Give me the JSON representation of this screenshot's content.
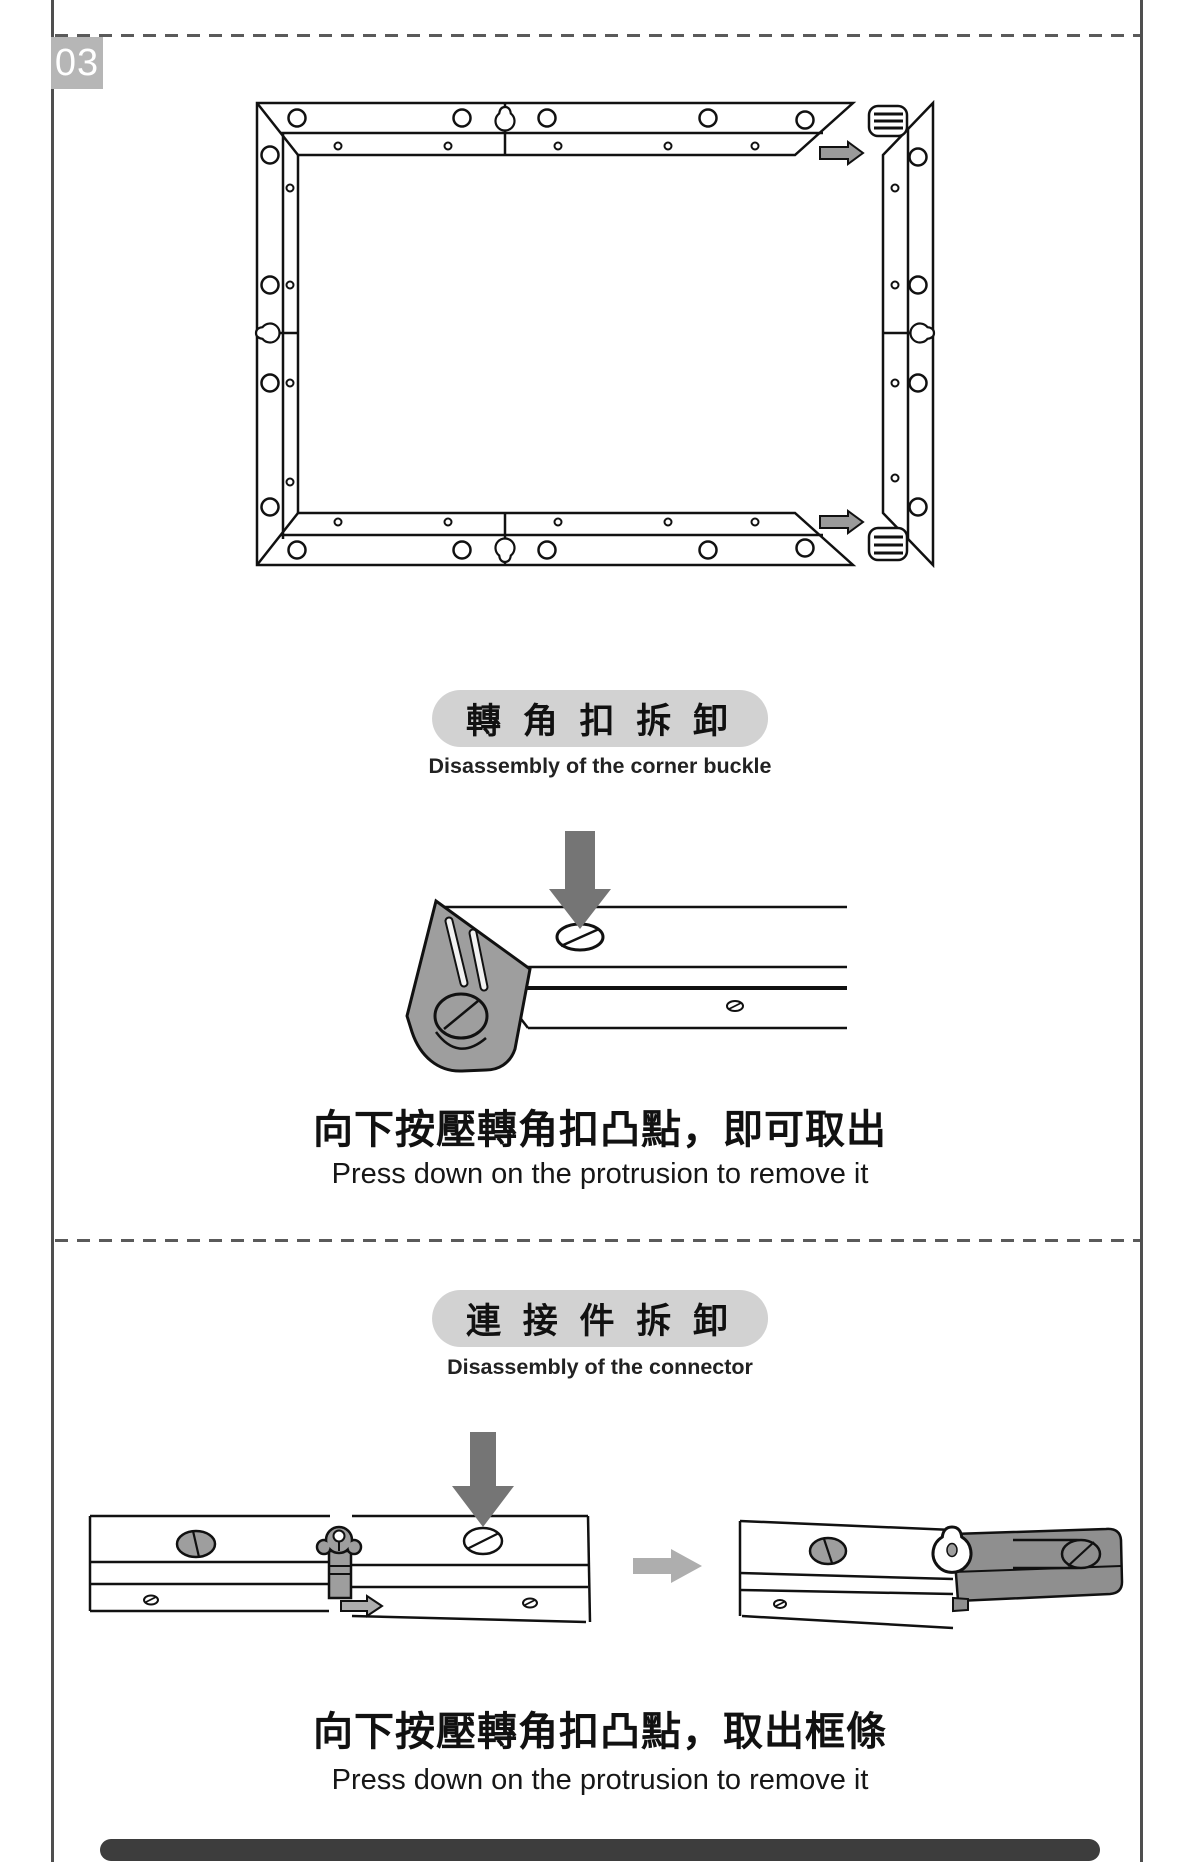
{
  "page_tab": {
    "number": "03"
  },
  "sections": {
    "corner_buckle": {
      "pill_label": "轉 角 扣 拆 卸",
      "subtitle": "Disassembly of the corner buckle",
      "caption_zh": "向下按壓轉角扣凸點，即可取出",
      "caption_en": "Press down on the protrusion to remove it"
    },
    "connector": {
      "pill_label": "連 接 件 拆 卸",
      "subtitle": "Disassembly of the connector",
      "caption_zh": "向下按壓轉角扣凸點，取出框條",
      "caption_en": "Press down on the protrusion to remove it"
    }
  },
  "icons": {
    "press_down_arrow": "solid-down-arrow",
    "slide_out_arrow": "outlined-right-arrow",
    "move_right_arrow": "light-right-arrow",
    "keyhole": "teardrop-keyhole"
  },
  "colors": {
    "pill_bg": "#d2d2d2",
    "tab_bg": "#b6b6b6",
    "tab_text": "#ffffff",
    "line": "#111111",
    "border": "#4f4f4f",
    "dash": "#5a5a5a",
    "arrow_dark": "#757575",
    "arrow_mid": "#9a9a9a",
    "arrow_light": "#aeaeae",
    "part_gray": "#9e9e9e",
    "block_gray": "#8f8f8f",
    "footer_bar": "#3d3d3d"
  }
}
